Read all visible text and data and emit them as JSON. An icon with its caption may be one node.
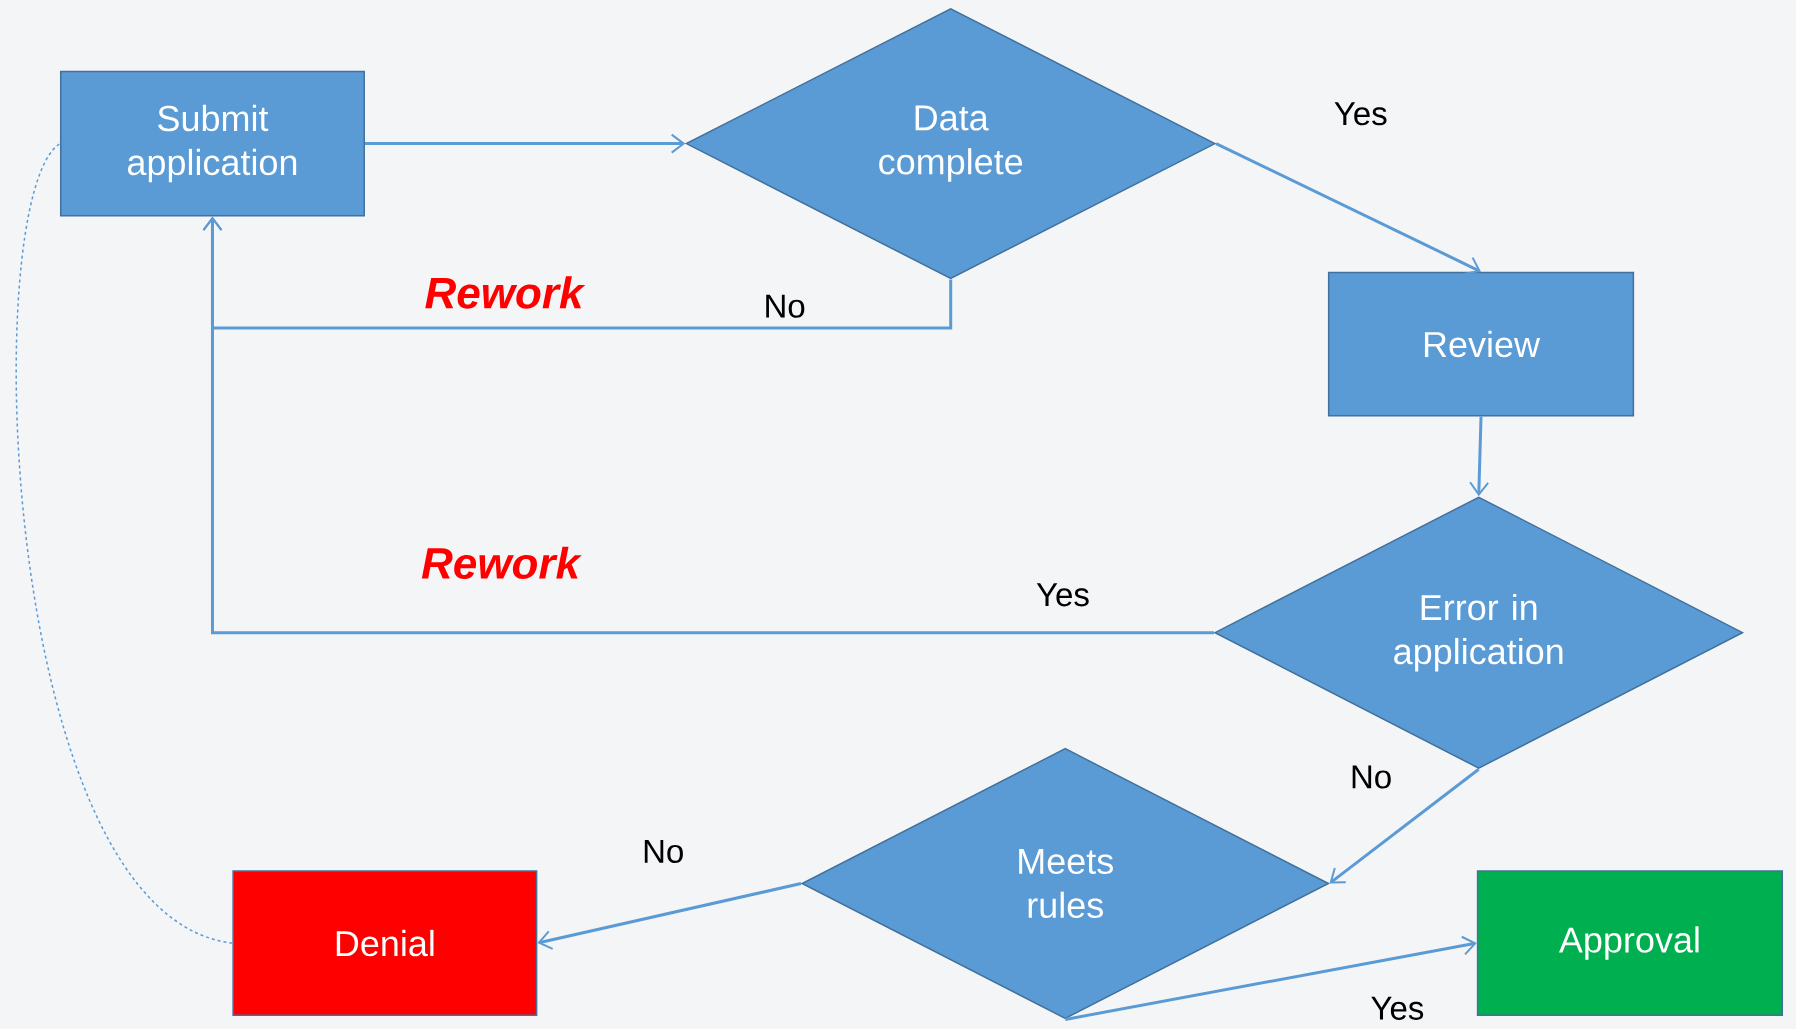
{
  "diagram": {
    "nodes": [
      {
        "text": [
          "Submit application"
        ]
      },
      {
        "text": [
          "Data complete"
        ]
      },
      {
        "text": [
          "Review"
        ]
      },
      {
        "text": [
          "Error in application"
        ]
      },
      {
        "text": [
          "Meets rules"
        ]
      },
      {
        "text": [
          "Denial"
        ]
      },
      {
        "text": [
          "Approval"
        ]
      }
    ],
    "edges": [
      {
        "from": 0,
        "to": 1,
        "arrow": "to"
      },
      {
        "from": 1,
        "to": 2,
        "arrow": "to",
        "label": "Yes"
      },
      {
        "from": 1,
        "to": 0,
        "arrow": "to",
        "label": "No"
      },
      {
        "from": 2,
        "to": 3,
        "arrow": "to"
      },
      {
        "from": 3,
        "to": 0,
        "arrow": "to",
        "label": "Yes"
      },
      {
        "from": 3,
        "to": 4,
        "arrow": "to",
        "label": "No"
      },
      {
        "from": 4,
        "to": 5,
        "arrow": "to",
        "label": "No"
      },
      {
        "from": 4,
        "to": 6,
        "arrow": "to",
        "label": "Yes"
      },
      {
        "from": 5,
        "to": 0,
        "arrow": "none",
        "style": "dashed"
      }
    ],
    "labels": [
      "Rework",
      "Rework"
    ]
  }
}
